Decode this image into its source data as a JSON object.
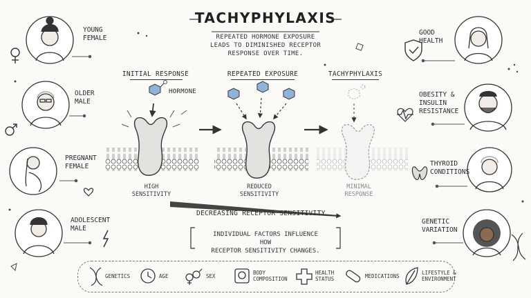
{
  "header": {
    "title": "TACHYPHYLAXIS",
    "subtitle_lines": [
      "REPEATED HORMONE EXPOSURE",
      "LEADS TO DIMINISHED RECEPTOR",
      "RESPONSE OVER TIME."
    ]
  },
  "stages": [
    {
      "label": "INITIAL RESPONSE",
      "caption_lines": [
        "HIGH",
        "SENSITIVITY"
      ]
    },
    {
      "label": "REPEATED EXPOSURE",
      "caption_lines": [
        "REDUCED",
        "SENSITIVITY"
      ]
    },
    {
      "label": "TACHYPHYLAXIS",
      "caption_lines": [
        "MINIMAL",
        "RESPONSE"
      ]
    }
  ],
  "hormone_label": "HORMONE",
  "decrease_label": "DECREASING RECEPTOR SENSITIVITY",
  "note_lines": [
    "INDIVIDUAL FACTORS INFLUENCE HOW",
    "RECEPTOR SENSITIVITY CHANGES."
  ],
  "people_left": [
    {
      "label_lines": [
        "YOUNG",
        "FEMALE"
      ],
      "icon": "female-symbol-icon"
    },
    {
      "label_lines": [
        "OLDER",
        "MALE"
      ],
      "icon": "male-symbol-icon"
    },
    {
      "label_lines": [
        "PREGNANT",
        "FEMALE"
      ],
      "icon": "heart-icon"
    },
    {
      "label_lines": [
        "ADOLESCENT",
        "MALE"
      ],
      "icon": "lightning-icon"
    }
  ],
  "people_right": [
    {
      "label_lines": [
        "GOOD",
        "HEALTH"
      ],
      "icon": "shield-check-icon"
    },
    {
      "label_lines": [
        "OBESITY &",
        "INSULIN",
        "RESISTANCE"
      ],
      "icon": "heartbeat-icon"
    },
    {
      "label_lines": [
        "THYROID",
        "CONDITIONS"
      ],
      "icon": "thyroid-icon"
    },
    {
      "label_lines": [
        "GENETIC",
        "VARIATION"
      ],
      "icon": "dna-icon"
    }
  ],
  "factors": [
    {
      "label_lines": [
        "GENETICS"
      ],
      "icon": "dna-icon"
    },
    {
      "label_lines": [
        "AGE"
      ],
      "icon": "clock-icon"
    },
    {
      "label_lines": [
        "SEX"
      ],
      "icon": "sex-symbols-icon"
    },
    {
      "label_lines": [
        "BODY",
        "COMPOSITION"
      ],
      "icon": "scale-icon"
    },
    {
      "label_lines": [
        "HEALTH",
        "STATUS"
      ],
      "icon": "medical-cross-icon"
    },
    {
      "label_lines": [
        "MEDICATIONS"
      ],
      "icon": "pill-icon"
    },
    {
      "label_lines": [
        "LIFESTYLE &",
        "ENVIRONMENT"
      ],
      "icon": "leaf-icon"
    }
  ]
}
